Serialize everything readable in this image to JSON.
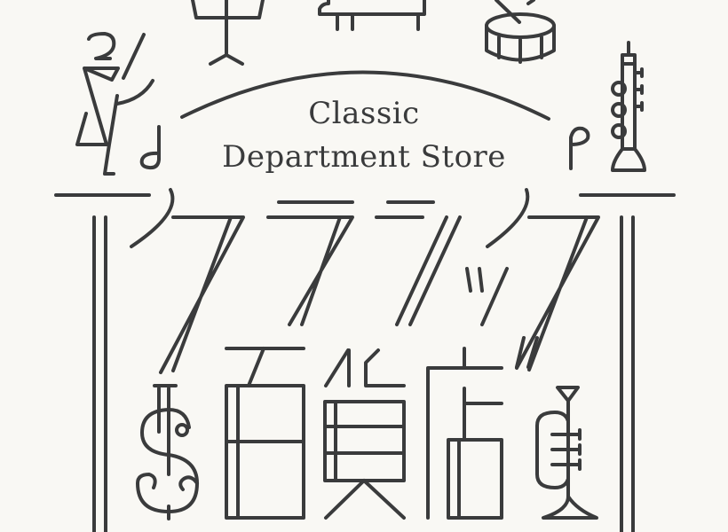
{
  "logo": {
    "title_line1": "Classic",
    "title_line2": "Department Store",
    "japanese_title": "クラシック百貨店",
    "colors": {
      "background": "#f9f8f4",
      "ink": "#3a3b3c"
    },
    "icons": [
      "conductor-icon",
      "music-stand-icon",
      "piano-icon",
      "drum-icon",
      "clarinet-icon",
      "half-note-icon",
      "quarter-note-icon",
      "cello-dollar-icon",
      "trumpet-icon"
    ]
  }
}
